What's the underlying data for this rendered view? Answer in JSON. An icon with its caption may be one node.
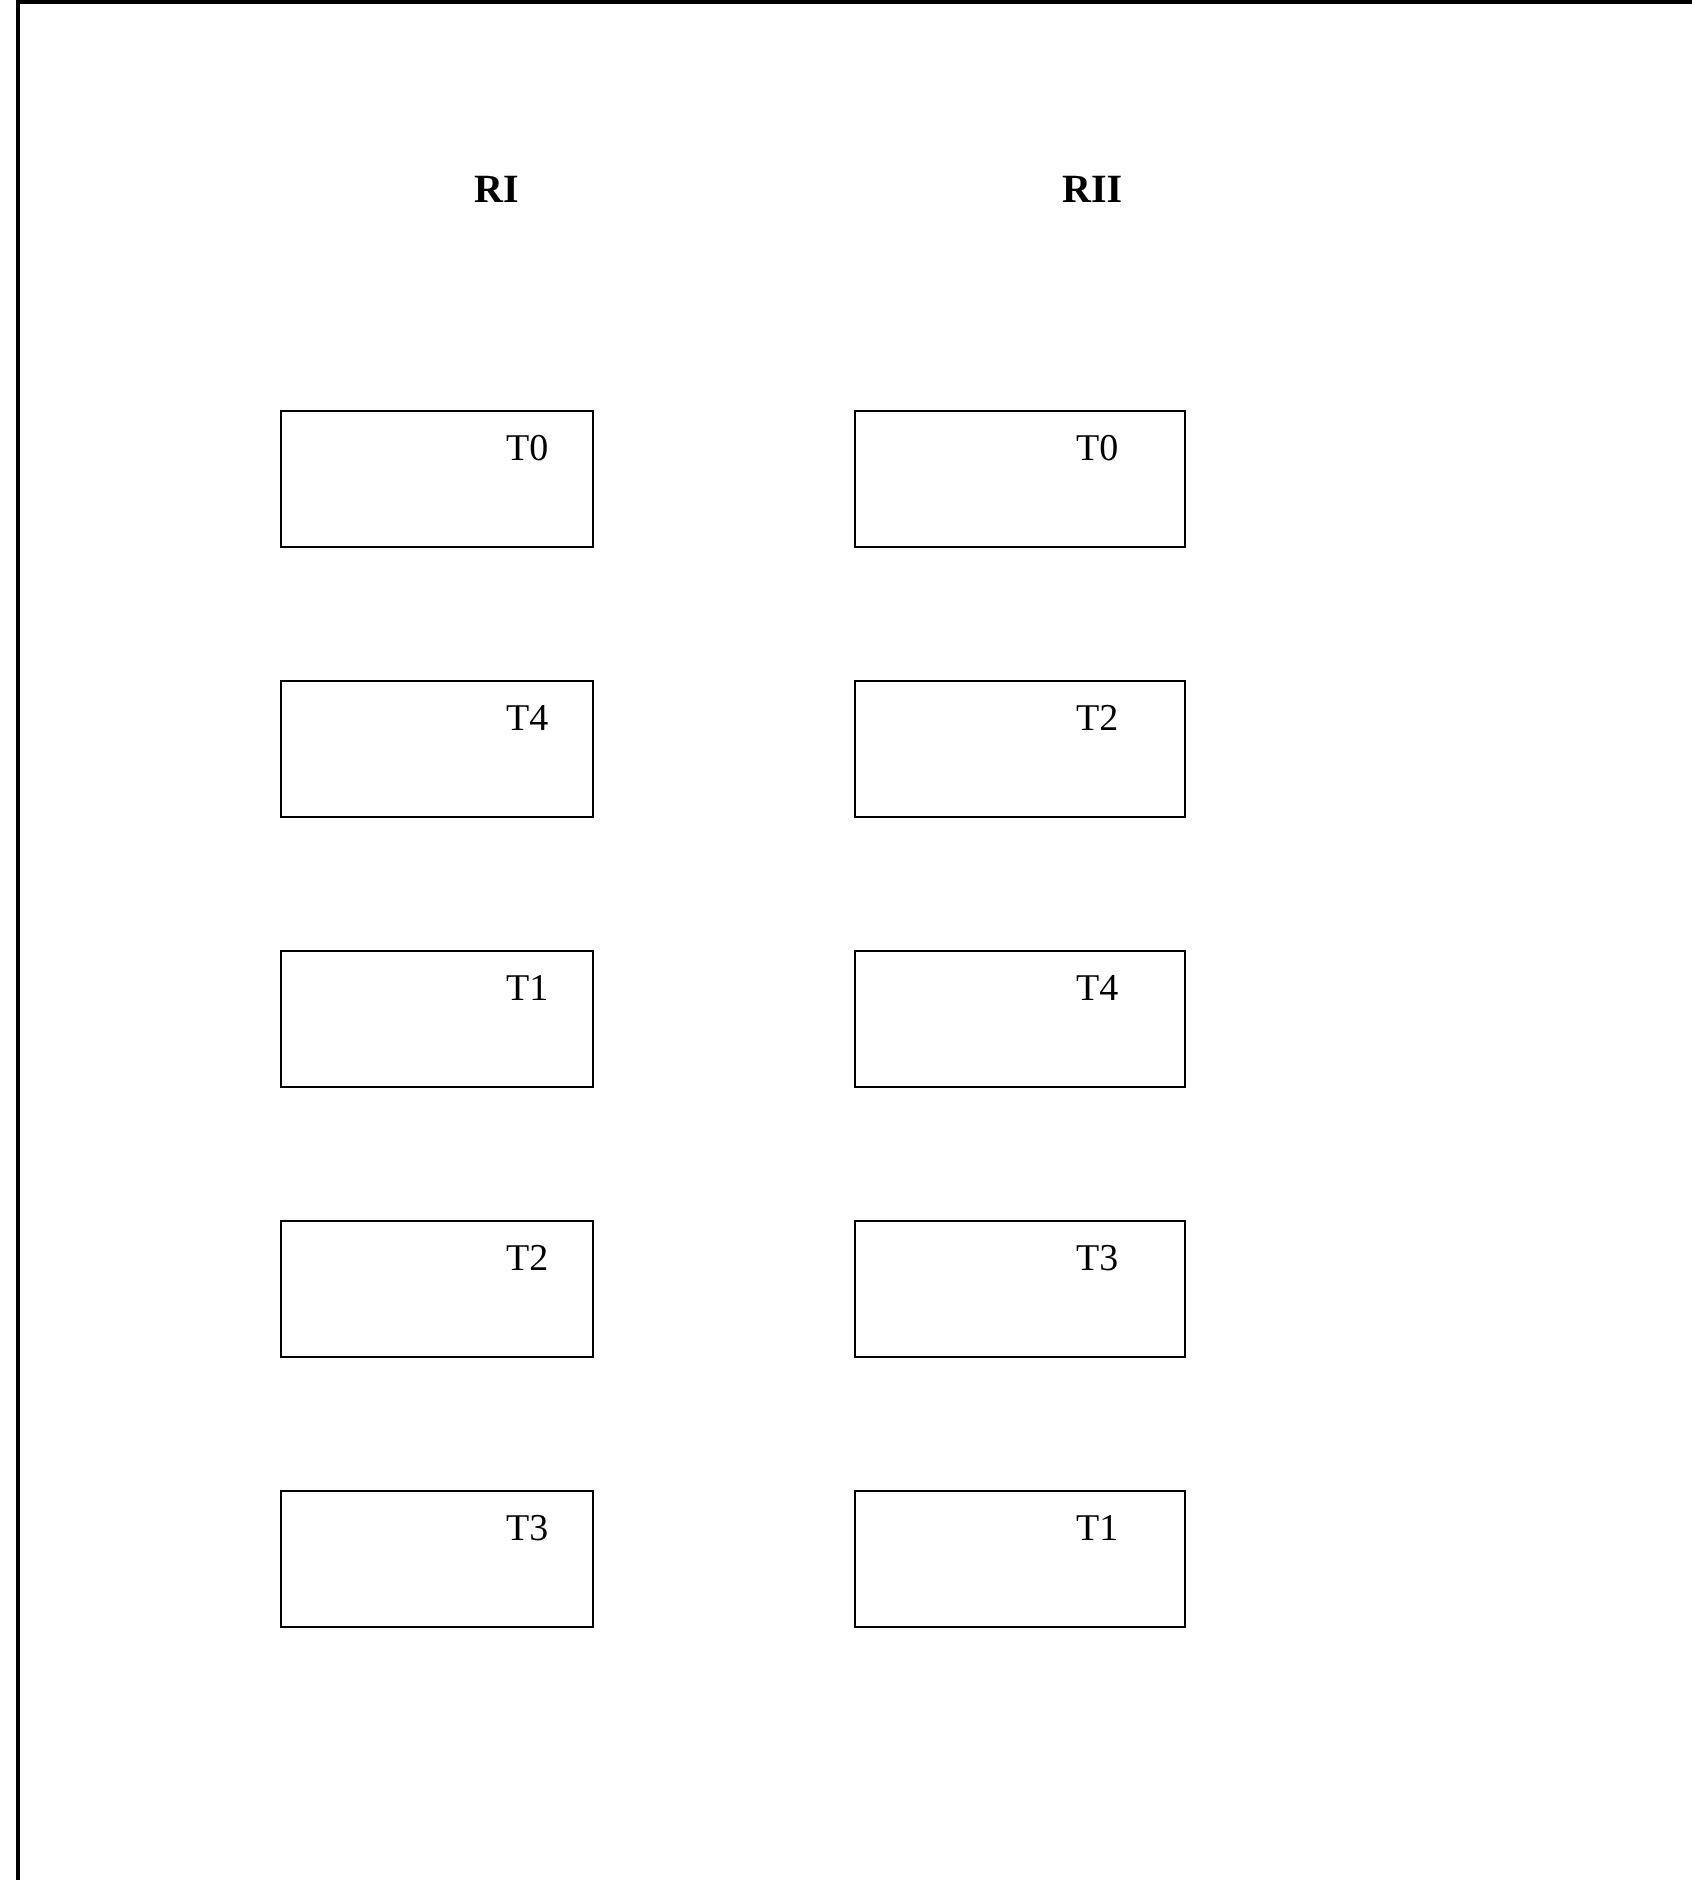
{
  "diagram": {
    "nodes": [
      {
        "text": [
          "T0"
        ]
      },
      {
        "text": [
          "T0"
        ]
      },
      {
        "text": [
          "T4"
        ]
      },
      {
        "text": [
          "T2"
        ]
      },
      {
        "text": [
          "T1"
        ]
      },
      {
        "text": [
          "T4"
        ]
      },
      {
        "text": [
          "T2"
        ]
      },
      {
        "text": [
          "T3"
        ]
      },
      {
        "text": [
          "T3"
        ]
      },
      {
        "text": [
          "T1"
        ]
      }
    ],
    "edges": [],
    "labels": [
      "RI",
      "RII"
    ]
  }
}
